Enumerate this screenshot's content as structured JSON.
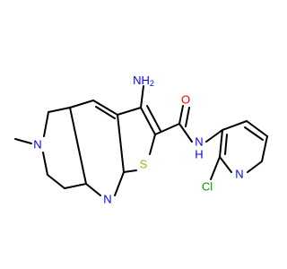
{
  "molecule": {
    "labels": {
      "amino": "NH",
      "amino_sub": "2",
      "amide_nh": "N",
      "amide_h": "H",
      "carbonyl_o": "O",
      "ring_n_methyl": "N",
      "pyridine_n_fused": "N",
      "thiophene_s": "S",
      "pyridine_n_right": "N",
      "chlorine": "Cl"
    },
    "colors": {
      "carbon_bond": "#000000",
      "nitrogen": "#0000ff",
      "oxygen": "#ff0000",
      "sulfur": "#b2b200",
      "chlorine": "#00a000"
    }
  }
}
